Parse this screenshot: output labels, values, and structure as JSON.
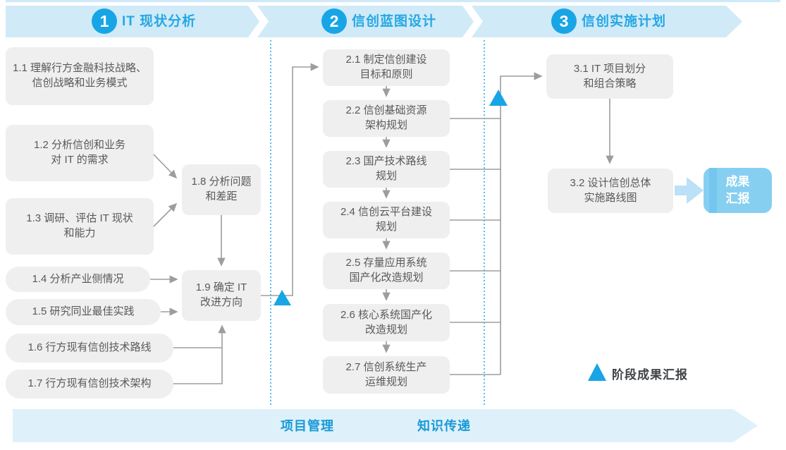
{
  "phases": [
    {
      "number": "1",
      "title": "IT 现状分析"
    },
    {
      "number": "2",
      "title": "信创蓝图设计"
    },
    {
      "number": "3",
      "title": "信创实施计划"
    }
  ],
  "phase1": {
    "steps": [
      "1.1 理解行方金融科技战略、\n信创战略和业务模式",
      "1.2 分析信创和业务\n对 IT 的需求",
      "1.3 调研、评估 IT 现状\n和能力",
      "1.4 分析产业侧情况",
      "1.5 研究同业最佳实践",
      "1.6 行方现有信创技术路线",
      "1.7 行方现有信创技术架构",
      "1.8 分析问题\n和差距",
      "1.9 确定 IT\n改进方向"
    ]
  },
  "phase2": {
    "steps": [
      "2.1 制定信创建设\n目标和原则",
      "2.2 信创基础资源\n架构规划",
      "2.3 国产技术路线\n规划",
      "2.4 信创云平台建设\n规划",
      "2.5 存量应用系统\n国产化改造规划",
      "2.6 核心系统国产化\n改造规划",
      "2.7 信创系统生产\n运维规划"
    ]
  },
  "phase3": {
    "steps": [
      "3.1 IT 项目划分\n和组合策略",
      "3.2 设计信创总体\n实施路线图"
    ],
    "result_label": "成果\n汇报"
  },
  "legend": {
    "milestone_label": "阶段成果汇报"
  },
  "bottom_bar": {
    "labels": [
      "项目管理",
      "知识传递"
    ]
  },
  "colors": {
    "accent_blue": "#18a5e6",
    "header_ribbon": "#d0eaf8",
    "header_text": "#25a8e2",
    "box_fill": "#efefef",
    "box_text": "#58595b",
    "connector_gray": "#9d9d9c",
    "dotted_separator": "#54bfe9",
    "bottom_ribbon": "#def1fb",
    "bottom_text": "#1899d6",
    "result_fill": "#87cff1",
    "block_arrow": "#bce0f6"
  }
}
